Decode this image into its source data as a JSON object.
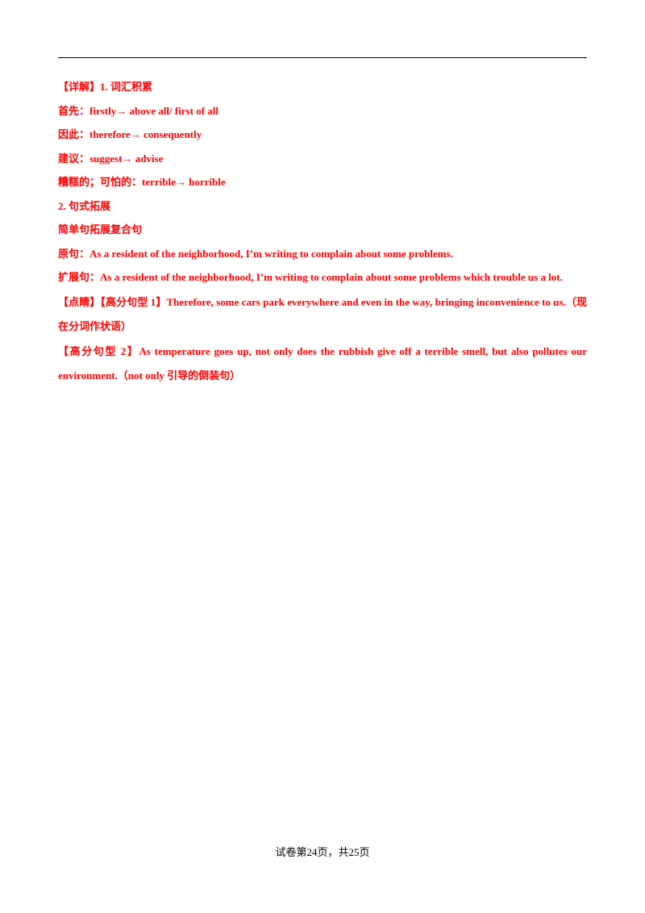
{
  "header": {
    "rule": true
  },
  "content": {
    "l1": "【详解】1. 词汇积累",
    "l2": "首先：firstly→ above all/ first of all",
    "l3": "因此：therefore→ consequently",
    "l4": "建议：suggest→ advise",
    "l5": "糟糕的；可怕的：terrible→ horrible",
    "l6": "2. 句式拓展",
    "l7": "简单句拓展复合句",
    "l8": "原句：As a resident of the neighborhood, I’m writing to complain about some problems.",
    "p9": "扩展句：As a resident of the neighborhood, I’m writing to complain about some problems which trouble us a lot.",
    "p10": "【点睛】【高分句型 1】Therefore, some cars park everywhere and even in the way, bringing inconvenience to us.（现在分词作状语）",
    "p11": "【高分句型 2】As temperature goes up, not only does the rubbish give off a terrible smell, but also pollutes our environment.（not only 引导的倒装句）"
  },
  "footer": {
    "page_label": "试卷第24页，共25页"
  },
  "colors": {
    "text_red": "#ff0000",
    "text_black": "#000000",
    "background": "#ffffff"
  }
}
